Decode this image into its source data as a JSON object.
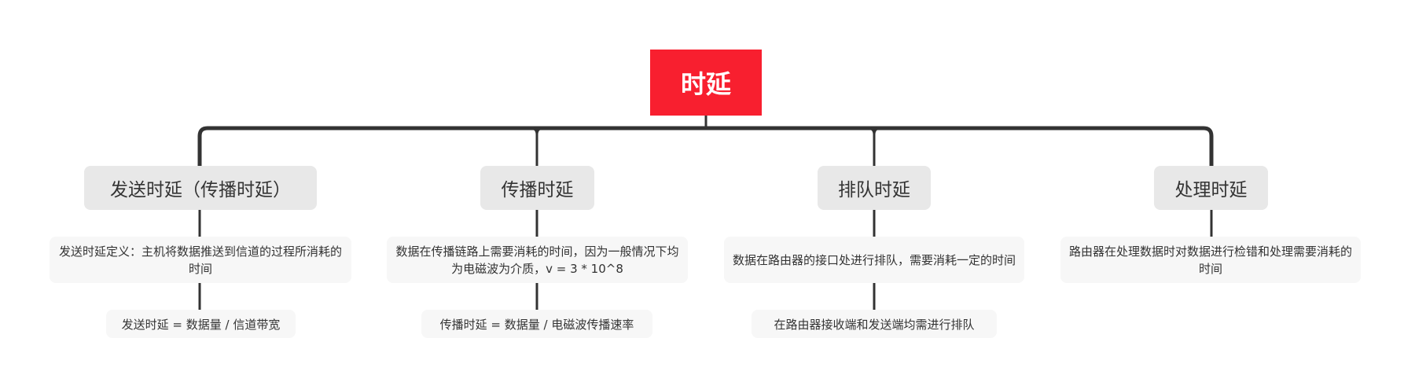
{
  "root": {
    "label": "时延",
    "color": "#f81f2f"
  },
  "branches": [
    {
      "title": "发送时延（传播时延）",
      "detail": "发送时延定义：主机将数据推送到信道的过程所消耗的时间",
      "sub": "发送时延 = 数据量 / 信道带宽"
    },
    {
      "title": "传播时延",
      "detail": "数据在传播链路上需要消耗的时间，因为一般情况下均为电磁波为介质，v = 3 * 10^8",
      "sub": "传播时延 = 数据量 / 电磁波传播速率"
    },
    {
      "title": "排队时延",
      "detail": "数据在路由器的接口处进行排队，需要消耗一定的时间",
      "sub": "在路由器接收端和发送端均需进行排队"
    },
    {
      "title": "处理时延",
      "detail": "路由器在处理数据时对数据进行检错和处理需要消耗的时间"
    }
  ]
}
